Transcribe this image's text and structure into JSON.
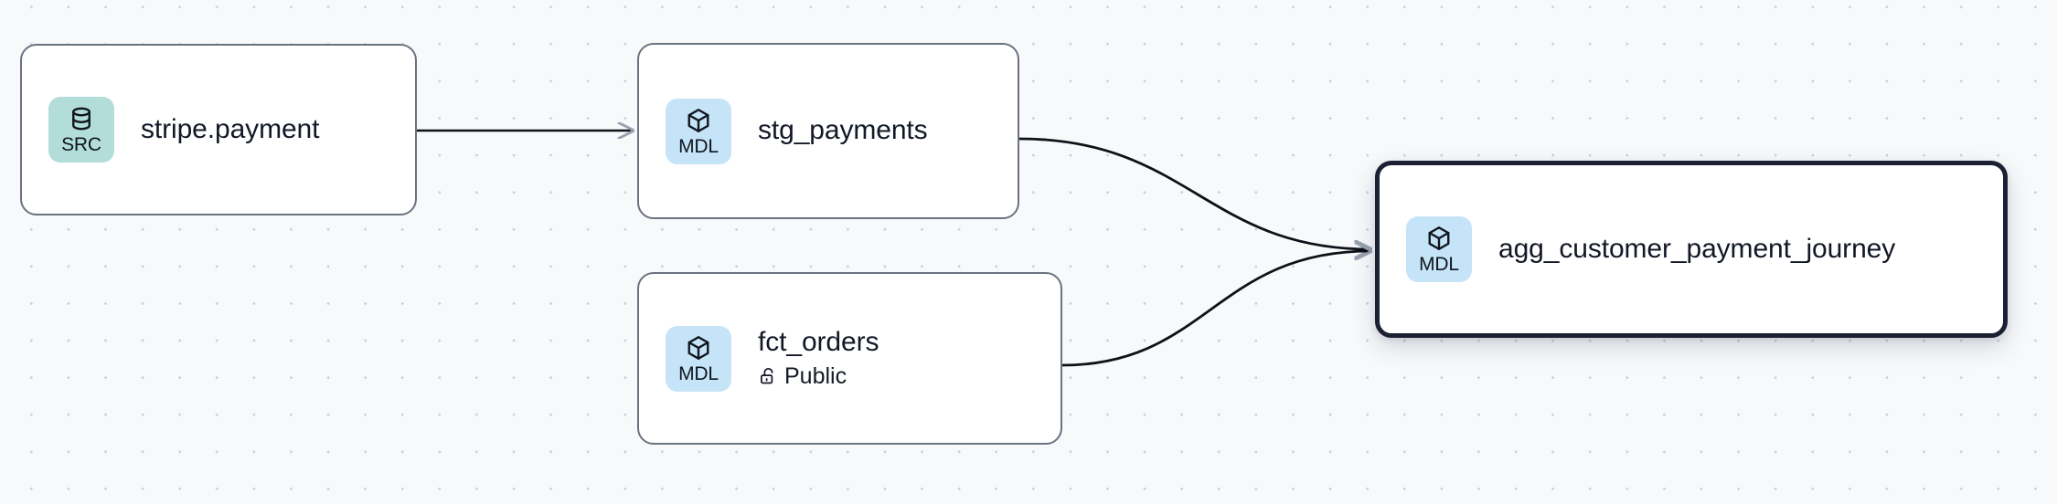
{
  "graph": {
    "title": "data lineage graph",
    "background_color": "#f7f9fb",
    "dot_color": "#c9ced6",
    "edge_color": "#0e1118",
    "nodes": [
      {
        "id": "stripe-payment",
        "title": "stripe.payment",
        "badge_label": "SRC",
        "badge_icon": "database-icon",
        "badge_color": "#b2ddd9",
        "selected": false
      },
      {
        "id": "stg-payments",
        "title": "stg_payments",
        "badge_label": "MDL",
        "badge_icon": "cube-icon",
        "badge_color": "#c5e4f7",
        "selected": false
      },
      {
        "id": "fct-orders",
        "title": "fct_orders",
        "subtitle": "Public",
        "subtitle_icon": "unlock-icon",
        "badge_label": "MDL",
        "badge_icon": "cube-icon",
        "badge_color": "#c5e4f7",
        "selected": false
      },
      {
        "id": "agg-customer-payment-journey",
        "title": "agg_customer_payment_journey",
        "badge_label": "MDL",
        "badge_icon": "cube-icon",
        "badge_color": "#c5e4f7",
        "selected": true,
        "border_color": "#1b2032"
      }
    ],
    "edges": [
      {
        "from": "stripe-payment",
        "to": "stg-payments",
        "style": "straight"
      },
      {
        "from": "stg-payments",
        "to": "agg-customer-payment-journey",
        "style": "bezier"
      },
      {
        "from": "fct-orders",
        "to": "agg-customer-payment-journey",
        "style": "bezier"
      }
    ]
  }
}
